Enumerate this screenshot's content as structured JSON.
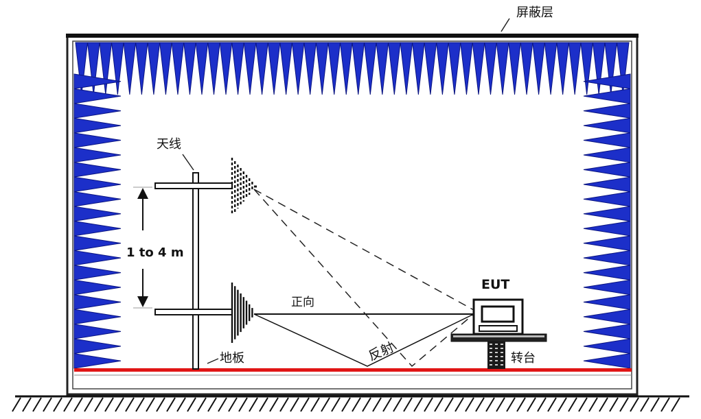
{
  "labels": {
    "shield_layer": "屏蔽层",
    "antenna": "天线",
    "height_range": "1 to 4 m",
    "direct_path": "正向",
    "reflection_path": "反射",
    "eut": "EUT",
    "floor": "地板",
    "turntable": "转台"
  },
  "colors": {
    "absorber": "#1c2fc9",
    "absorber_edge": "#0a1480",
    "floor_stripe": "#e01515",
    "line": "#111111",
    "background": "#ffffff"
  }
}
